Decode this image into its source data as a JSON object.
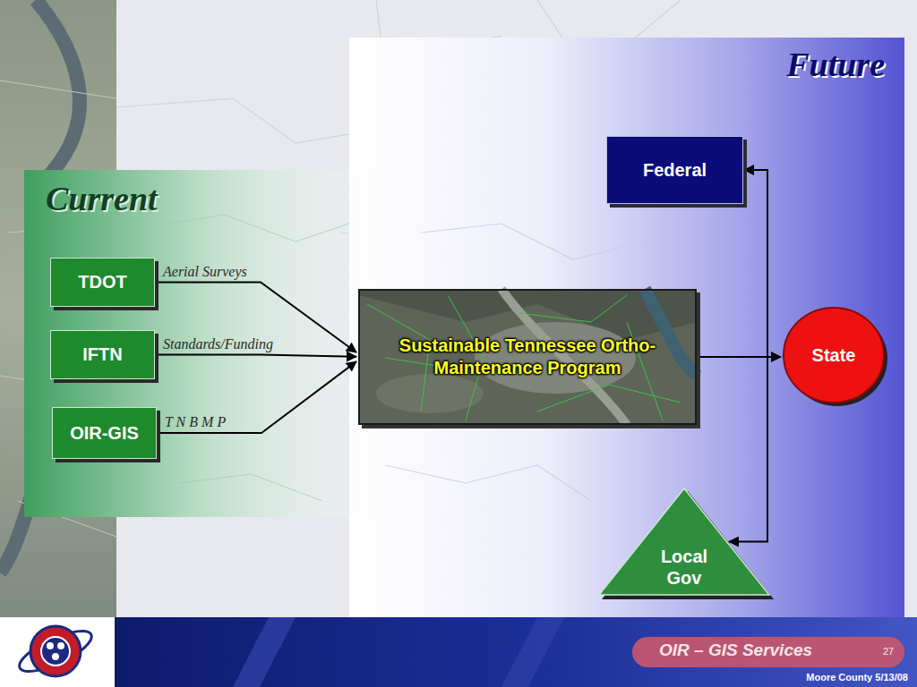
{
  "diagram": {
    "title": "Future",
    "nodes": [
      {
        "text": [
          "Current"
        ]
      },
      {
        "text": [
          "TDOT"
        ],
        "in": 0
      },
      {
        "text": [
          "IFTN"
        ],
        "in": 0
      },
      {
        "text": [
          "OIR-GIS"
        ],
        "in": 0
      },
      {
        "text": [
          "Sustainable Tennessee Ortho-Maintenance Program"
        ]
      },
      {
        "text": [
          "Federal"
        ]
      },
      {
        "text": [
          "State"
        ]
      },
      {
        "text": [
          "Local Gov"
        ]
      }
    ],
    "edges": [
      {
        "from": 1,
        "to": 4,
        "arrow": "to",
        "label": "Aerial Surveys"
      },
      {
        "from": 2,
        "to": 4,
        "arrow": "to",
        "label": "Standards/Funding"
      },
      {
        "from": 3,
        "to": 4,
        "arrow": "to",
        "label": "T N B M P"
      },
      {
        "from": 4,
        "to": 5,
        "arrow": "to"
      },
      {
        "from": 4,
        "to": 6,
        "arrow": "to"
      },
      {
        "from": 4,
        "to": 7,
        "arrow": "to"
      }
    ],
    "labels": [
      "OIR – GIS Services",
      "27",
      "Moore County 5/13/08"
    ]
  }
}
